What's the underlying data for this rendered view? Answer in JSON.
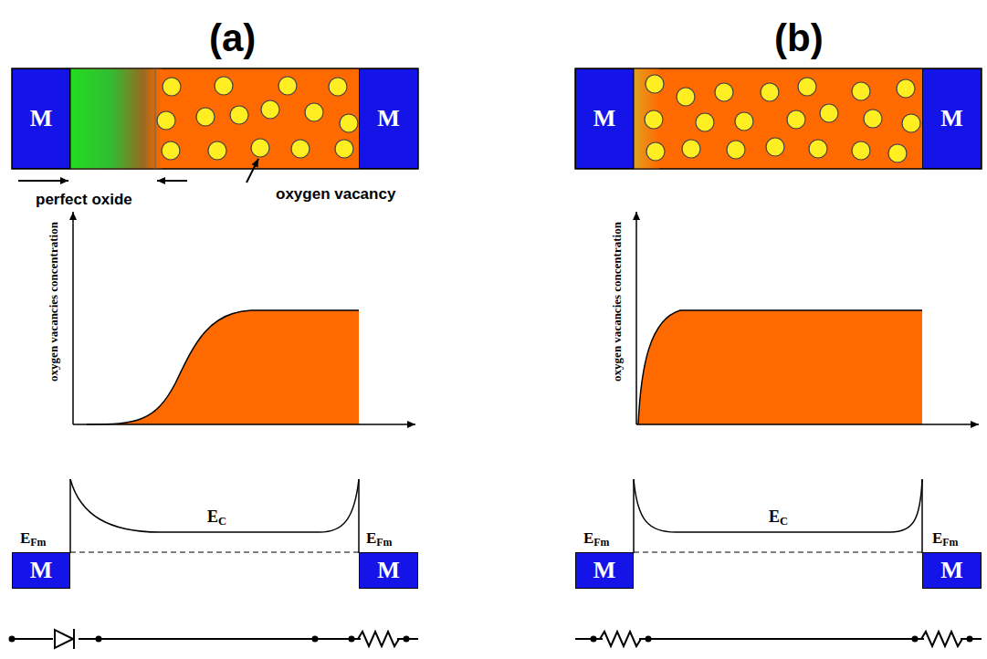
{
  "diagram": {
    "nodes": [
      {
        "text": [
          "M"
        ]
      },
      {
        "text": [
          "M"
        ]
      },
      {
        "text": [
          "M"
        ]
      },
      {
        "text": [
          "M"
        ]
      },
      {
        "text": [
          "M"
        ]
      },
      {
        "text": [
          "M"
        ]
      },
      {
        "text": [
          "M"
        ]
      },
      {
        "text": [
          "M"
        ]
      }
    ],
    "labels": [
      "(a)",
      "perfect oxide",
      "oxygen vacancy",
      "oxygen vacancies concentration",
      "EC",
      "EFm",
      "EFm",
      "(b)",
      "oxygen vacancies concentration",
      "EC",
      "EFm",
      "EFm"
    ]
  }
}
